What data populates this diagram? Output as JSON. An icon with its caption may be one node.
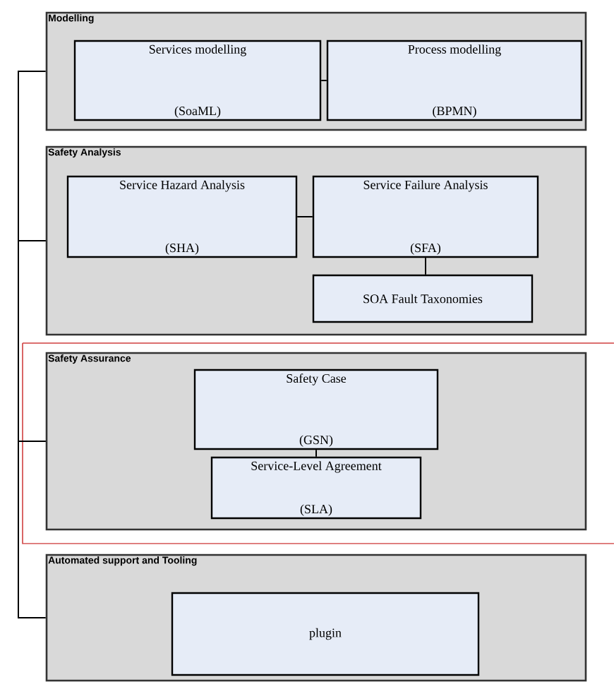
{
  "diagram": {
    "nodes": [
      {
        "text": [
          "Modelling"
        ]
      },
      {
        "text": [
          "Services modelling",
          "(SoaML)"
        ],
        "in": 0
      },
      {
        "text": [
          "Process modelling",
          "(BPMN)"
        ],
        "in": 0
      },
      {
        "text": [
          "Safety Analysis"
        ]
      },
      {
        "text": [
          "Service Hazard Analysis",
          "(SHA)"
        ],
        "in": 3
      },
      {
        "text": [
          "Service Failure Analysis",
          "(SFA)"
        ],
        "in": 3
      },
      {
        "text": [
          "SOA Fault Taxonomies"
        ],
        "in": 3
      },
      {
        "text": [
          "Safety Assurance"
        ]
      },
      {
        "text": [
          "Safety Case",
          "(GSN)"
        ],
        "in": 7
      },
      {
        "text": [
          "Service-Level Agreement",
          "(SLA)"
        ],
        "in": 7
      },
      {
        "text": [
          "Automated support and Tooling"
        ]
      },
      {
        "text": [
          "plugin"
        ],
        "in": 10
      }
    ],
    "edges": [
      {
        "from": 1,
        "to": 2,
        "arrow": "none"
      },
      {
        "from": 4,
        "to": 5,
        "arrow": "none"
      },
      {
        "from": 5,
        "to": 6,
        "arrow": "none"
      },
      {
        "from": 8,
        "to": 9,
        "arrow": "none"
      },
      {
        "from": 0,
        "to": 3,
        "arrow": "none"
      },
      {
        "from": 3,
        "to": 7,
        "arrow": "none"
      },
      {
        "from": 7,
        "to": 10,
        "arrow": "none"
      }
    ]
  }
}
